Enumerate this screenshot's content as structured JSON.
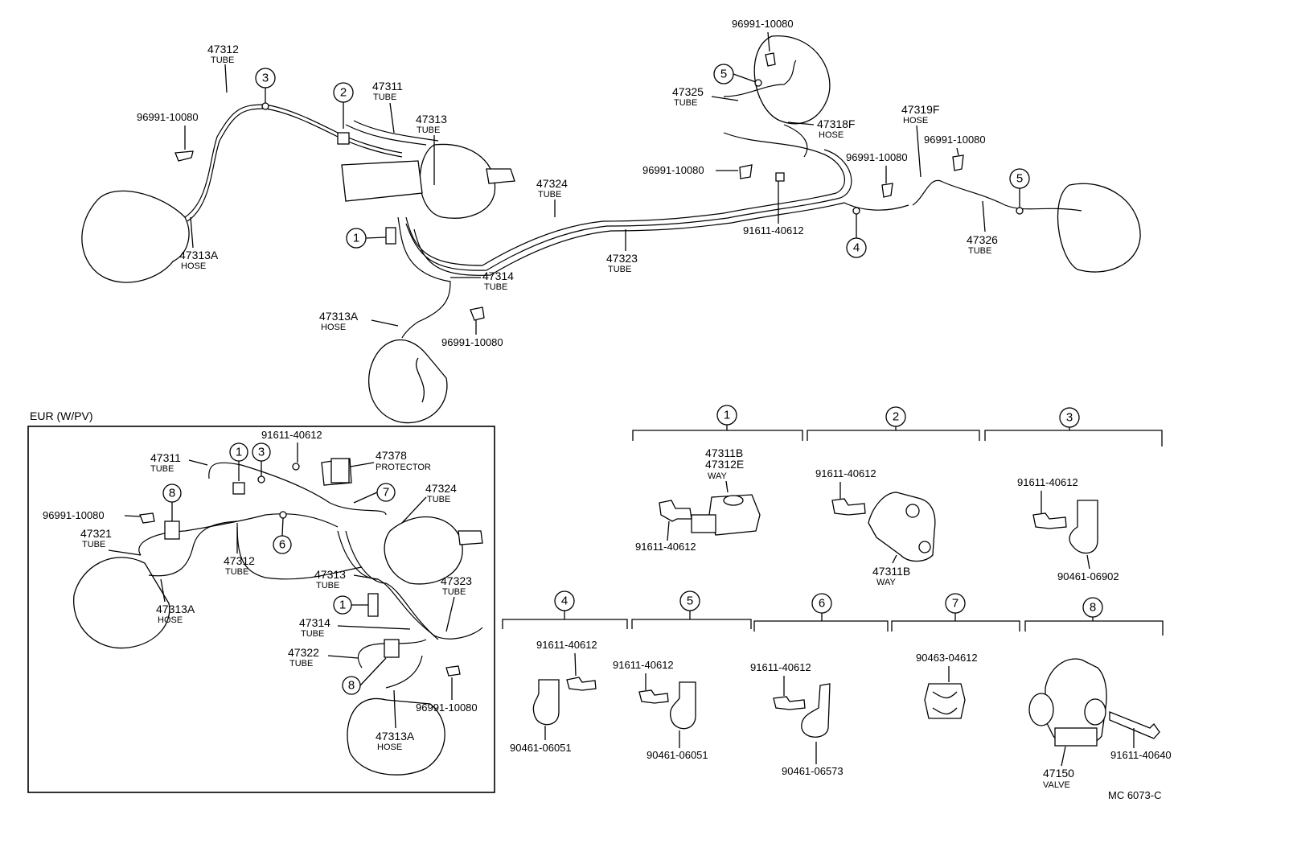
{
  "main": {
    "tube_47312": {
      "num": "47312",
      "sub": "TUBE"
    },
    "tube_47311": {
      "num": "47311",
      "sub": "TUBE"
    },
    "tube_47313": {
      "num": "47313",
      "sub": "TUBE"
    },
    "clip_1": "96991-10080",
    "hose_47313A_left": {
      "num": "47313A",
      "sub": "HOSE"
    },
    "tube_47324": {
      "num": "47324",
      "sub": "TUBE"
    },
    "tube_47323": {
      "num": "47323",
      "sub": "TUBE"
    },
    "tube_47314": {
      "num": "47314",
      "sub": "TUBE"
    },
    "hose_47313A_front": {
      "num": "47313A",
      "sub": "HOSE"
    },
    "clip_2": "96991-10080",
    "clip_3": "96991-10080",
    "tube_47325": {
      "num": "47325",
      "sub": "TUBE"
    },
    "hose_47318F": {
      "num": "47318F",
      "sub": "HOSE"
    },
    "clip_4": "96991-10080",
    "bolt_1": "91611-40612",
    "hose_47319F": {
      "num": "47319F",
      "sub": "HOSE"
    },
    "clip_5": "96991-10080",
    "clip_6": "96991-10080",
    "tube_47326": {
      "num": "47326",
      "sub": "TUBE"
    }
  },
  "callouts": {
    "c1": "1",
    "c2": "2",
    "c3": "3",
    "c4": "4",
    "c5": "5",
    "c6": "6",
    "c7": "7",
    "c8": "8"
  },
  "eur": {
    "title": "EUR (W/PV)",
    "bolt": "91611-40612",
    "protector": {
      "num": "47378",
      "sub": "PROTECTOR"
    },
    "tube_47311": {
      "num": "47311",
      "sub": "TUBE"
    },
    "tube_47324": {
      "num": "47324",
      "sub": "TUBE"
    },
    "clip_1": "96991-10080",
    "tube_47321": {
      "num": "47321",
      "sub": "TUBE"
    },
    "tube_47312": {
      "num": "47312",
      "sub": "TUBE"
    },
    "hose_47313A_left": {
      "num": "47313A",
      "sub": "HOSE"
    },
    "tube_47313": {
      "num": "47313",
      "sub": "TUBE"
    },
    "tube_47323": {
      "num": "47323",
      "sub": "TUBE"
    },
    "tube_47314": {
      "num": "47314",
      "sub": "TUBE"
    },
    "tube_47322": {
      "num": "47322",
      "sub": "TUBE"
    },
    "clip_2": "96991-10080",
    "hose_47313A_front": {
      "num": "47313A",
      "sub": "HOSE"
    }
  },
  "details": {
    "d1": {
      "way_1": "47311B",
      "way_2": "47312E",
      "way_sub": "WAY",
      "bolt": "91611-40612"
    },
    "d2": {
      "bolt": "91611-40612",
      "way": "47311B",
      "way_sub": "WAY"
    },
    "d3": {
      "bolt": "91611-40612",
      "clamp": "90461-06902"
    },
    "d4": {
      "bolt": "91611-40612",
      "clamp": "90461-06051"
    },
    "d5": {
      "bolt": "91611-40612",
      "clamp": "90461-06051"
    },
    "d6": {
      "bolt": "91611-40612",
      "clamp": "90461-06573"
    },
    "d7": {
      "clip": "90463-04612"
    },
    "d8": {
      "valve": "47150",
      "valve_sub": "VALVE",
      "bolt": "91611-40640"
    }
  },
  "footer": {
    "code": "MC 6073-C"
  }
}
